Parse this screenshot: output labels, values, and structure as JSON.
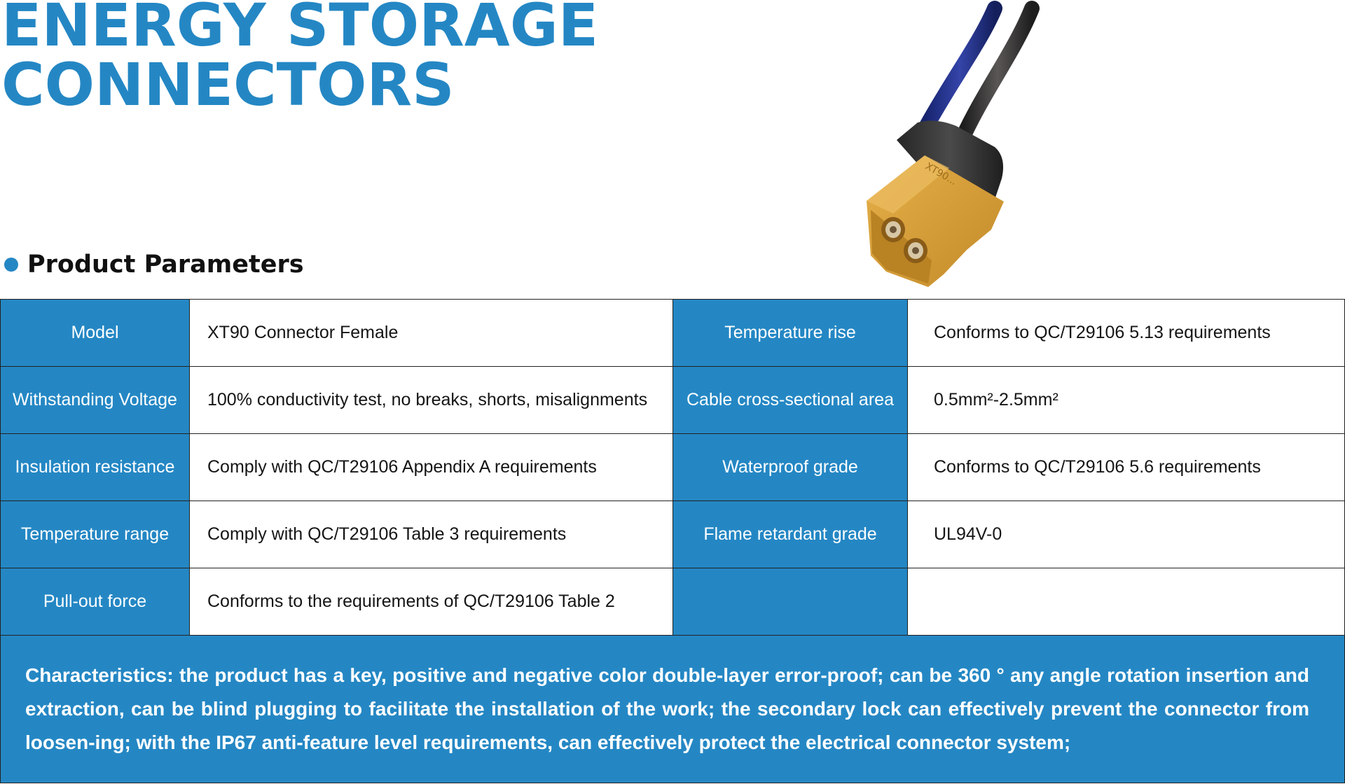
{
  "title": {
    "line1": "ENERGY STORAGE",
    "line2": "CONNECTORS"
  },
  "section_heading": "Product Parameters",
  "colors": {
    "accent": "#2487c4",
    "connector_body": "#d9a13a",
    "cable_blue": "#1f2f8a",
    "cable_black": "#2a2a2a"
  },
  "product_image": {
    "icon": "xt90-connector-photo",
    "molded_text": "XT90..."
  },
  "params": {
    "rows": [
      {
        "left_label": "Model",
        "left_value": "XT90 Connector Female",
        "right_label": "Temperature rise",
        "right_value": "Conforms to QC/T29106 5.13 requirements"
      },
      {
        "left_label": "Withstanding Voltage",
        "left_value": "100% conductivity test, no breaks, shorts, misalignments",
        "right_label": "Cable cross-sectional area",
        "right_value": "0.5mm²-2.5mm²"
      },
      {
        "left_label": "Insulation resistance",
        "left_value": "Comply with QC/T29106 Appendix A requirements",
        "right_label": "Waterproof grade",
        "right_value": "Conforms to QC/T29106 5.6 requirements"
      },
      {
        "left_label": "Temperature range",
        "left_value": "Comply with QC/T29106 Table 3 requirements",
        "right_label": "Flame retardant grade",
        "right_value": "UL94V-0"
      },
      {
        "left_label": "Pull-out force",
        "left_value": "Conforms to the requirements of QC/T29106 Table 2",
        "right_label": "",
        "right_value": ""
      }
    ],
    "characteristics": "Characteristics: the product has a key, positive and negative color double-layer error-proof; can be 360 ° any angle rotation insertion and extraction, can be blind plugging to facilitate the installation of the work; the secondary lock can effectively prevent the connector from loosen-ing; with the IP67 anti-feature level requirements, can effectively protect the electrical connector system;"
  }
}
